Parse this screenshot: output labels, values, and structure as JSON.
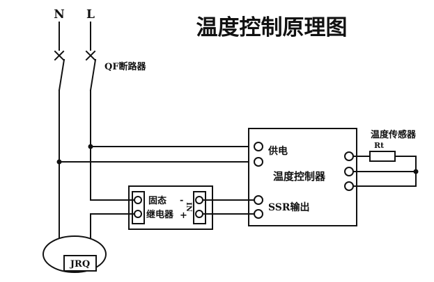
{
  "title": "温度控制原理图",
  "supply": {
    "n": "N",
    "l": "L",
    "breaker_label": "QF断路器"
  },
  "controller": {
    "power_label": "供电",
    "name": "温度控制器",
    "ssr_label": "SSR输出"
  },
  "relay": {
    "name_line1": "固态",
    "name_line2": "继电器",
    "minus": "-",
    "plus": "+",
    "in_label": "IN"
  },
  "sensor": {
    "name": "温度传感器",
    "element": "Rt"
  },
  "heater": {
    "label": "JRQ"
  },
  "colors": {
    "ink": "#111111",
    "background": "#ffffff"
  }
}
